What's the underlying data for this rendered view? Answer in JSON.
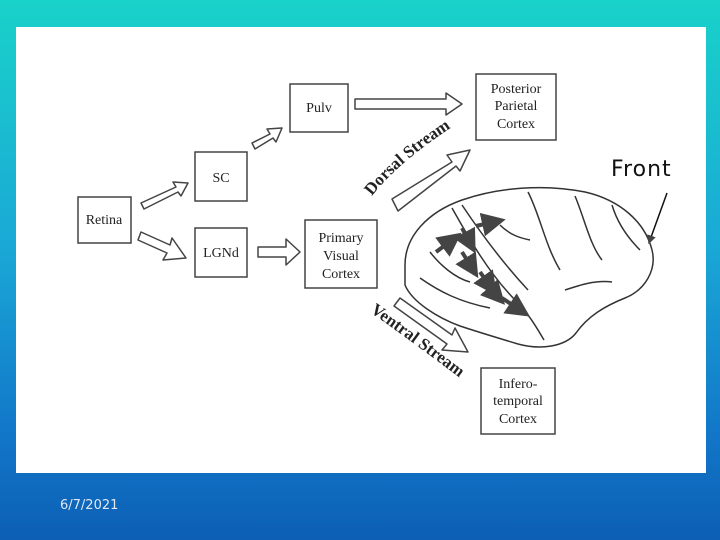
{
  "boxes": {
    "retina": "Retina",
    "sc": "SC",
    "lgnd": "LGNd",
    "pulv": "Pulv",
    "primary_visual_cortex": [
      "Primary",
      "Visual",
      "Cortex"
    ],
    "posterior_parietal_cortex": [
      "Posterior",
      "Parietal",
      "Cortex"
    ],
    "inferotemporal_cortex": [
      "Infero-",
      "temporal",
      "Cortex"
    ]
  },
  "streams": {
    "dorsal": "Dorsal Stream",
    "ventral": "Ventral Stream"
  },
  "front_label": "Front",
  "footer_date": "6/7/2021"
}
